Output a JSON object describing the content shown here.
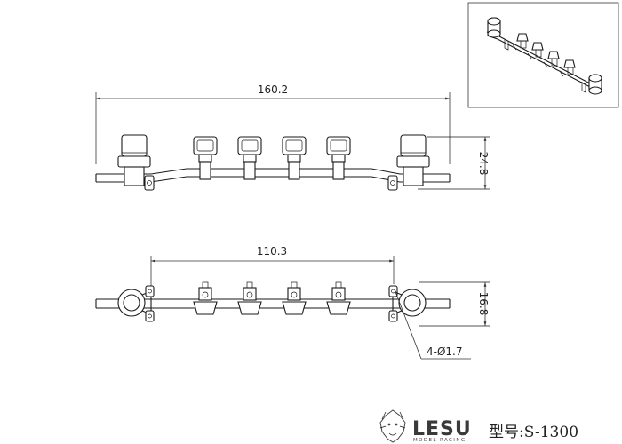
{
  "dimensions": {
    "top_length": "160.2",
    "top_height": "24.8",
    "bottom_length": "110.3",
    "bottom_height": "16.8",
    "holes": "4-Ø1.7"
  },
  "brand": {
    "name": "LESU",
    "subtitle": "MODEL RACING",
    "model_label": "型号:S-1300"
  }
}
